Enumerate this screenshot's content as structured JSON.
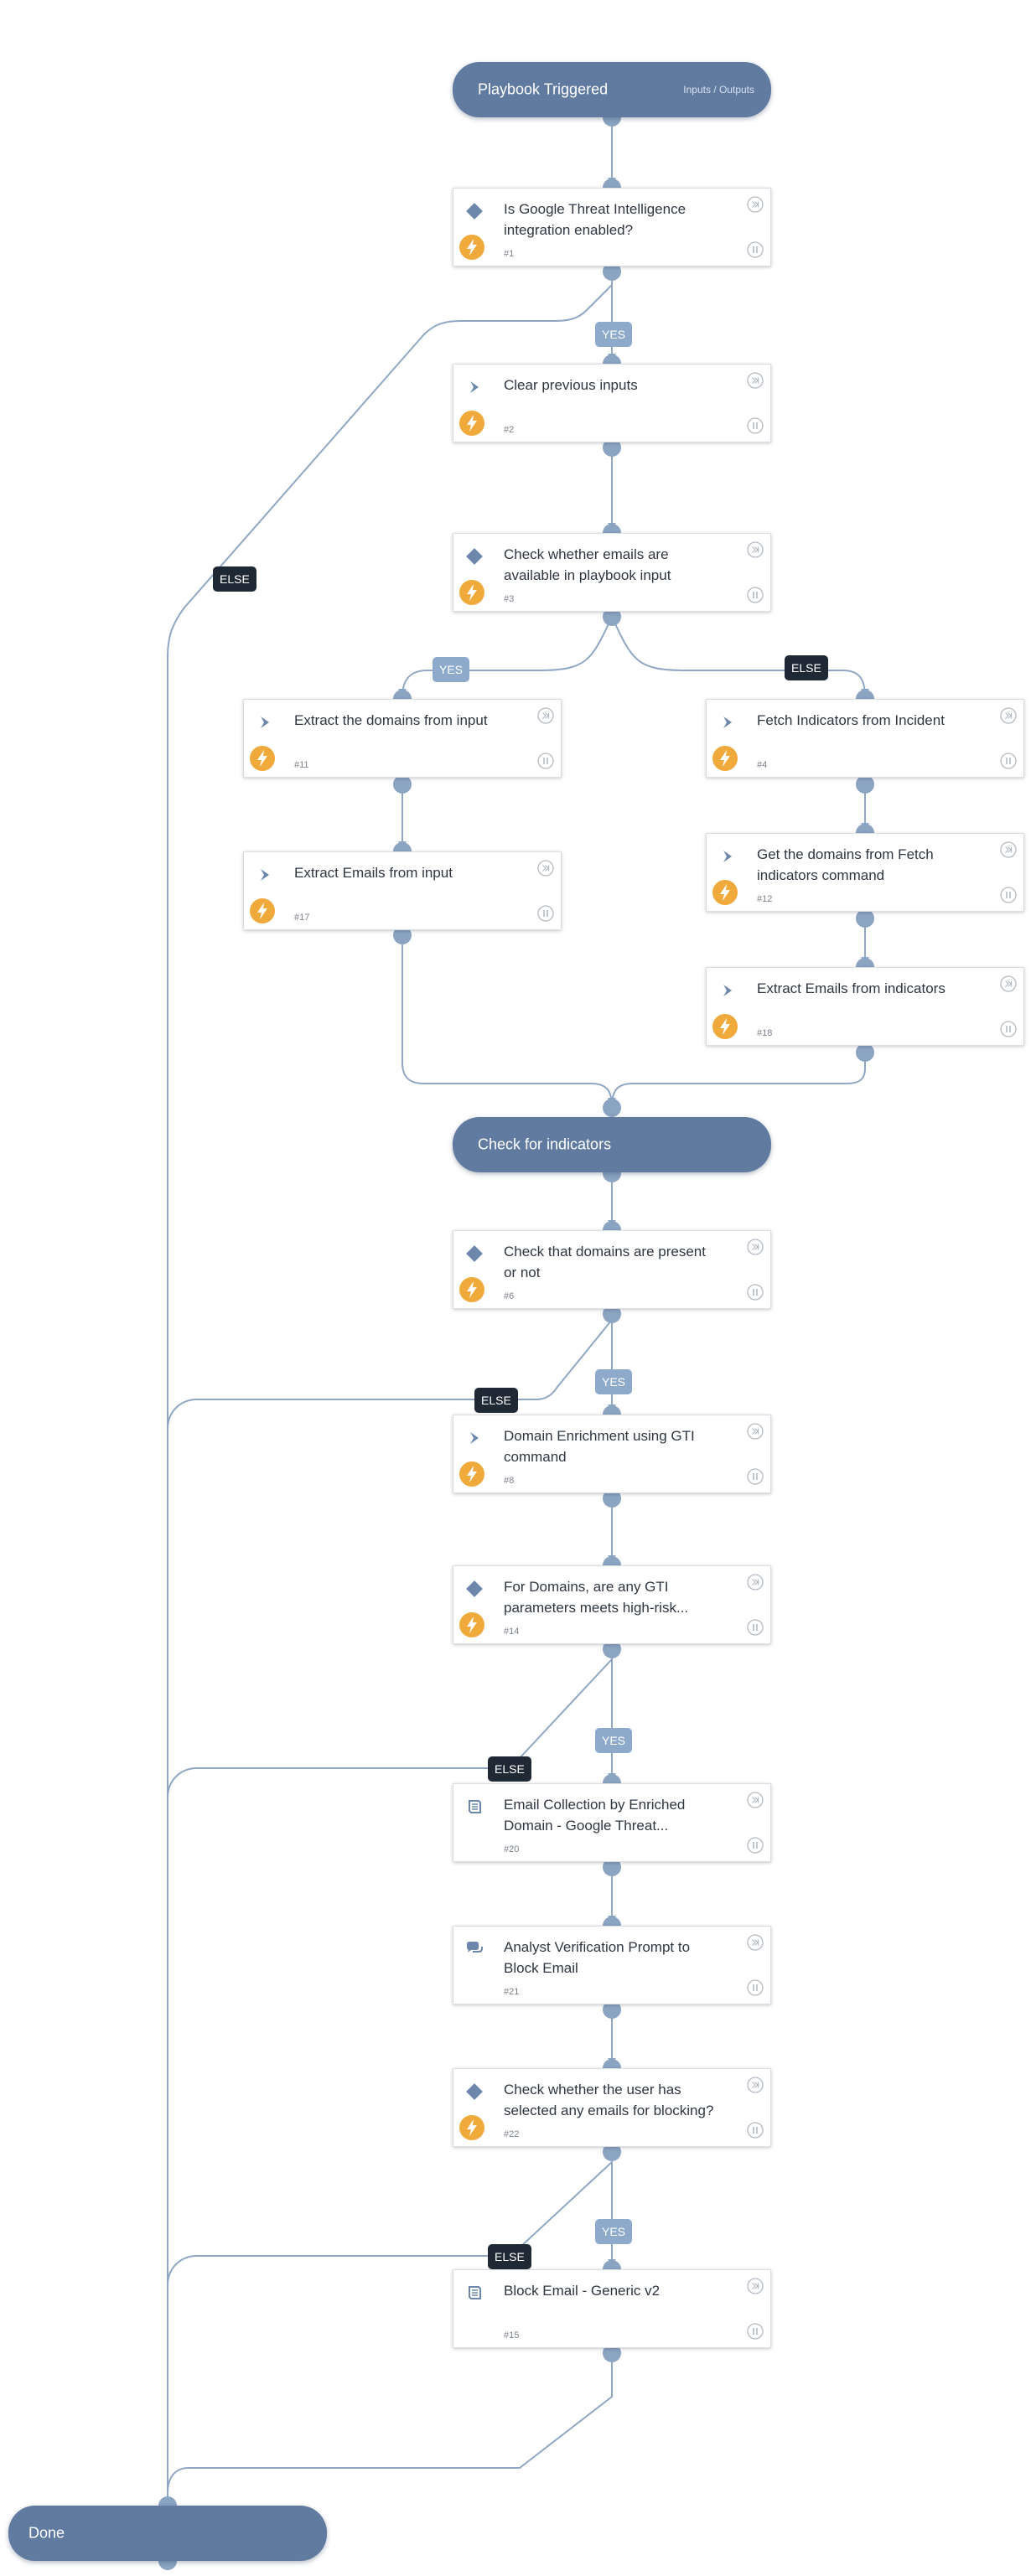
{
  "header": {
    "title": "Playbook Triggered",
    "link": "Inputs / Outputs"
  },
  "section": {
    "title": "Check for indicators"
  },
  "footer": {
    "title": "Done"
  },
  "labels": {
    "yes": "YES",
    "else": "ELSE"
  },
  "colors": {
    "pill": "#607aa0",
    "edge": "#8fa7c4",
    "yes_label": "#8eaacb",
    "else_label": "#1f2835",
    "automation_icon": "#f0a93b",
    "task_icon": "#6c87aa"
  },
  "tasks": [
    {
      "key": "t1",
      "name": "Is Google Threat Intelligence integration enabled?",
      "id": "#1",
      "type": "condition",
      "icon": "diamond-icon",
      "automated": true
    },
    {
      "key": "t2",
      "name": "Clear previous inputs",
      "id": "#2",
      "type": "regular",
      "icon": "chevron-icon",
      "automated": true
    },
    {
      "key": "t3",
      "name": "Check whether emails are available in playbook input",
      "id": "#3",
      "type": "condition",
      "icon": "diamond-icon",
      "automated": true
    },
    {
      "key": "t11",
      "name": "Extract the domains from input",
      "id": "#11",
      "type": "regular",
      "icon": "chevron-icon",
      "automated": true
    },
    {
      "key": "t4",
      "name": "Fetch Indicators from Incident",
      "id": "#4",
      "type": "regular",
      "icon": "chevron-icon",
      "automated": true
    },
    {
      "key": "t17",
      "name": "Extract Emails from input",
      "id": "#17",
      "type": "regular",
      "icon": "chevron-icon",
      "automated": true
    },
    {
      "key": "t12",
      "name": "Get the domains from Fetch indicators command",
      "id": "#12",
      "type": "regular",
      "icon": "chevron-icon",
      "automated": true
    },
    {
      "key": "t18",
      "name": "Extract Emails from indicators",
      "id": "#18",
      "type": "regular",
      "icon": "chevron-icon",
      "automated": true
    },
    {
      "key": "t6",
      "name": "Check that domains are present or not",
      "id": "#6",
      "type": "condition",
      "icon": "diamond-icon",
      "automated": true
    },
    {
      "key": "t8",
      "name": "Domain Enrichment using GTI command",
      "id": "#8",
      "type": "regular",
      "icon": "chevron-icon",
      "automated": true
    },
    {
      "key": "t14",
      "name": "For Domains, are any GTI parameters meets high-risk...",
      "id": "#14",
      "type": "condition",
      "icon": "diamond-icon",
      "automated": true
    },
    {
      "key": "t20",
      "name": "Email Collection by Enriched Domain - Google Threat...",
      "id": "#20",
      "type": "playbook",
      "icon": "book-icon",
      "automated": false
    },
    {
      "key": "t21",
      "name": "Analyst Verification Prompt to Block Email",
      "id": "#21",
      "type": "collection",
      "icon": "chat-icon",
      "automated": false
    },
    {
      "key": "t22",
      "name": "Check whether the user has selected any emails for blocking?",
      "id": "#22",
      "type": "condition",
      "icon": "diamond-icon",
      "automated": true
    },
    {
      "key": "t15",
      "name": "Block Email - Generic v2",
      "id": "#15",
      "type": "playbook",
      "icon": "book-icon",
      "automated": false
    }
  ],
  "edges": [
    {
      "from": "header",
      "to": "t1"
    },
    {
      "from": "t1",
      "to": "t2",
      "label": "yes"
    },
    {
      "from": "t1",
      "to": "footer",
      "label": "else"
    },
    {
      "from": "t2",
      "to": "t3"
    },
    {
      "from": "t3",
      "to": "t11",
      "label": "yes"
    },
    {
      "from": "t3",
      "to": "t4",
      "label": "else"
    },
    {
      "from": "t11",
      "to": "t17"
    },
    {
      "from": "t4",
      "to": "t12"
    },
    {
      "from": "t12",
      "to": "t18"
    },
    {
      "from": "t17",
      "to": "section"
    },
    {
      "from": "t18",
      "to": "section"
    },
    {
      "from": "section",
      "to": "t6"
    },
    {
      "from": "t6",
      "to": "t8",
      "label": "yes"
    },
    {
      "from": "t6",
      "to": "footer",
      "label": "else"
    },
    {
      "from": "t8",
      "to": "t14"
    },
    {
      "from": "t14",
      "to": "t20",
      "label": "yes"
    },
    {
      "from": "t14",
      "to": "footer",
      "label": "else"
    },
    {
      "from": "t20",
      "to": "t21"
    },
    {
      "from": "t21",
      "to": "t22"
    },
    {
      "from": "t22",
      "to": "t15",
      "label": "yes"
    },
    {
      "from": "t22",
      "to": "footer",
      "label": "else"
    },
    {
      "from": "t15",
      "to": "footer"
    }
  ]
}
